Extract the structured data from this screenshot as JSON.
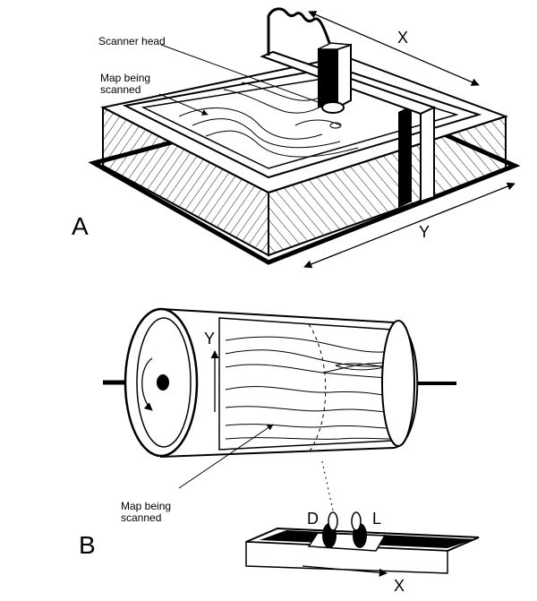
{
  "panel_a": {
    "label": "A",
    "scanner_head_label": "Scanner head",
    "map_label_line1": "Map being",
    "map_label_line2": "scanned",
    "x_axis_label": "X",
    "y_axis_label": "Y"
  },
  "panel_b": {
    "label": "B",
    "y_axis_label": "Y",
    "map_label_line1": "Map being",
    "map_label_line2": "scanned",
    "d_label": "D",
    "l_label": "L",
    "x_axis_label": "X"
  }
}
